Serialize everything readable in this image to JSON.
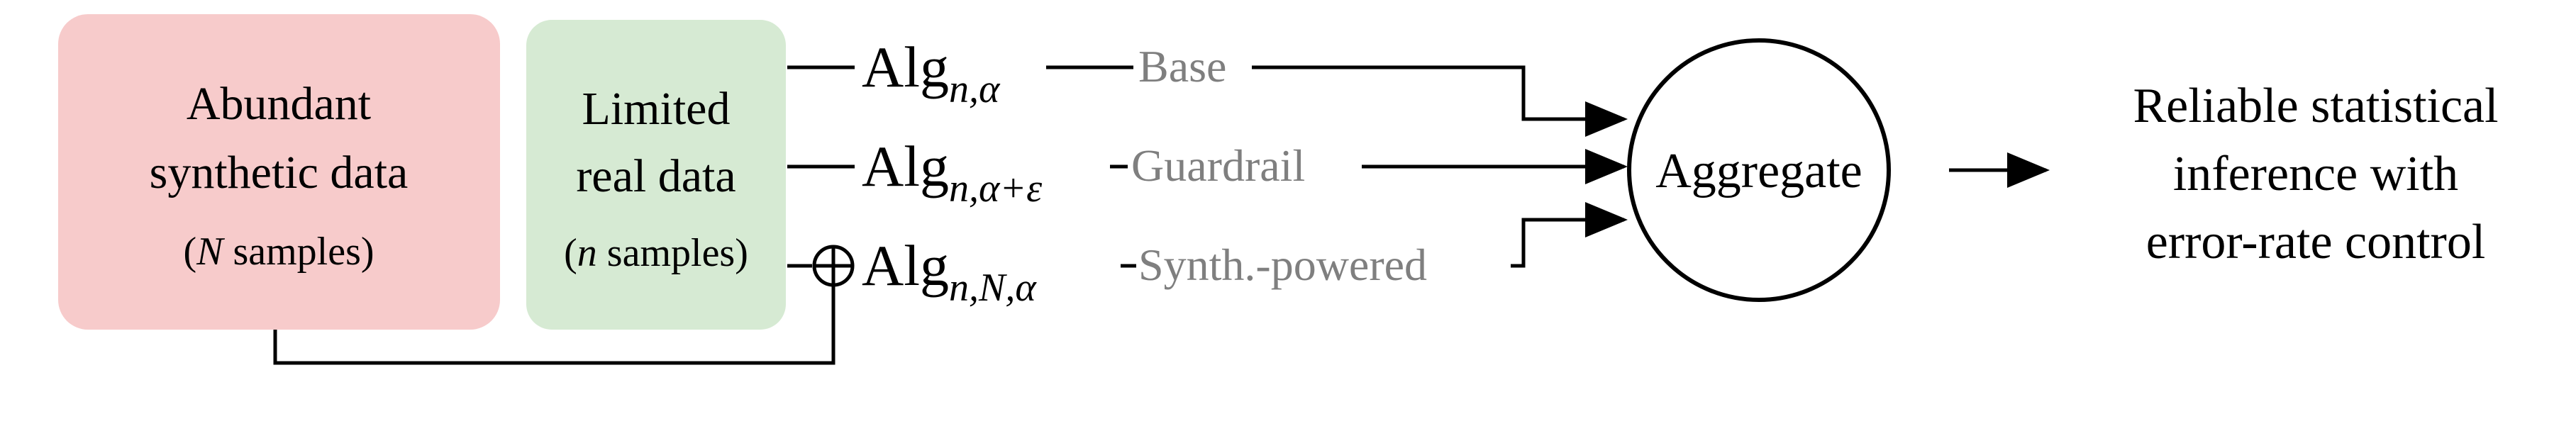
{
  "sources": {
    "synthetic": {
      "line1": "Abundant",
      "line2": "synthetic data",
      "count_var": "N",
      "count_rest": " samples)",
      "open_paren": "(",
      "fill": "#f7cbcb"
    },
    "real": {
      "line1": "Limited",
      "line2": "real data",
      "count_var": "n",
      "count_rest": " samples)",
      "open_paren": "(",
      "fill": "#d6ead3"
    }
  },
  "algorithms": [
    {
      "base": "Alg",
      "sub": "n,α",
      "label": "Base"
    },
    {
      "base": "Alg",
      "sub": "n,α+ε",
      "label": "Guardrail"
    },
    {
      "base": "Alg",
      "sub": "n,N,α",
      "label": "Synth.-powered"
    }
  ],
  "aggregate": {
    "label": "Aggregate"
  },
  "output": {
    "line1": "Reliable statistical",
    "line2": "inference with",
    "line3": "error-rate control"
  },
  "colors": {
    "branch_label": "#7f7f7f",
    "line": "#000000"
  }
}
